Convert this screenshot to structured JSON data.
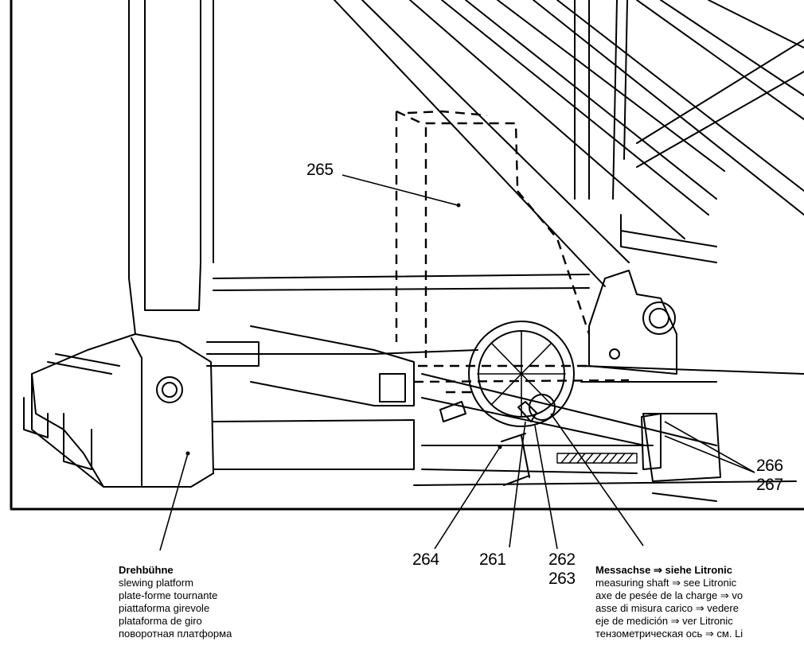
{
  "callouts": {
    "n265": "265",
    "n266": "266",
    "n267": "267",
    "n264": "264",
    "n261": "261",
    "n262": "262",
    "n263": "263"
  },
  "left_caption": {
    "title": "Drehbühne",
    "lines": [
      "slewing platform",
      "plate-forme tournante",
      "piattaforma girevole",
      "plataforma de giro",
      "поворотная платформа"
    ]
  },
  "right_caption": {
    "title": "Messachse ⇒ siehe Litronic",
    "lines": [
      "measuring shaft ⇒ see Litronic",
      "axe de pesée de la charge ⇒ vo",
      "asse di misura carico ⇒ vedere",
      "eje de medición ⇒ ver Litronic",
      "тензометрическая ось ⇒ см. Li"
    ]
  }
}
